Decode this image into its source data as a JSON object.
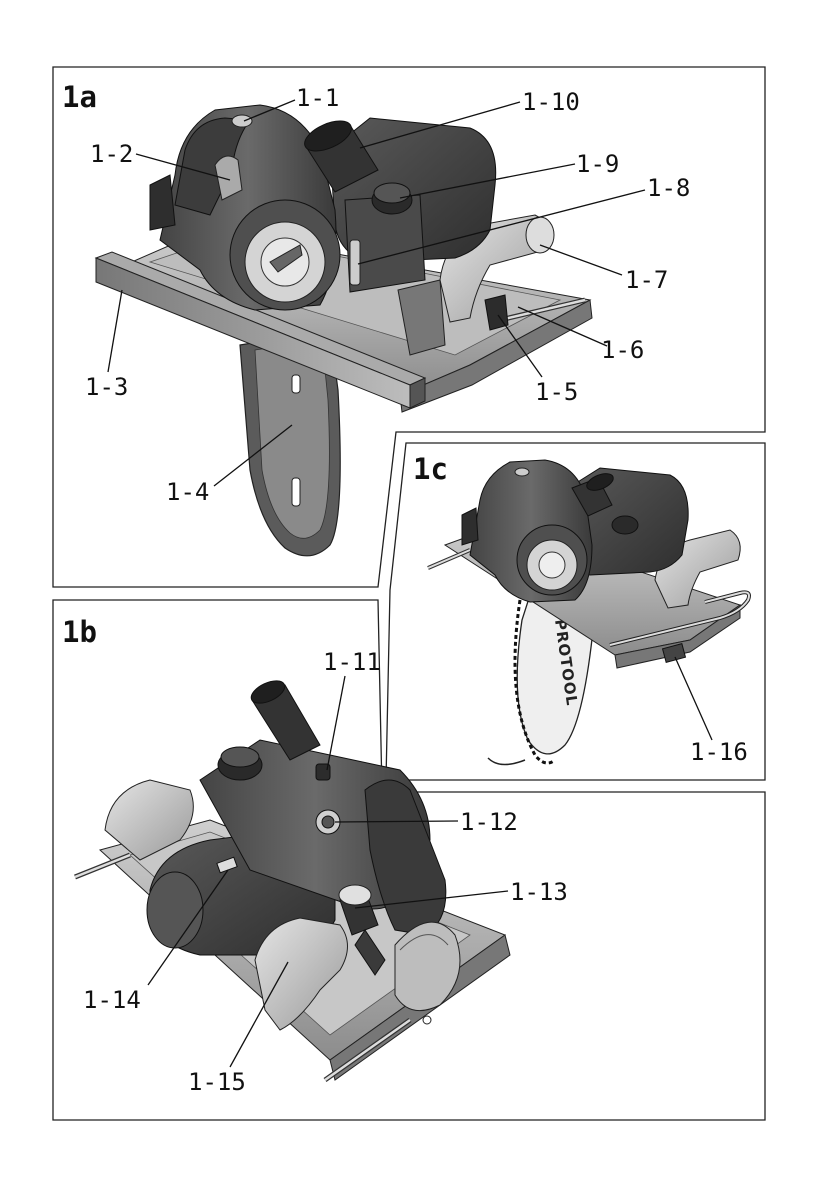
{
  "figures": [
    {
      "label": "1a"
    },
    {
      "label": "1b"
    },
    {
      "label": "1c"
    }
  ],
  "callouts": {
    "c1_1": "1-1",
    "c1_2": "1-2",
    "c1_3": "1-3",
    "c1_4": "1-4",
    "c1_5": "1-5",
    "c1_6": "1-6",
    "c1_7": "1-7",
    "c1_8": "1-8",
    "c1_9": "1-9",
    "c1_10": "1-10",
    "c1_11": "1-11",
    "c1_12": "1-12",
    "c1_13": "1-13",
    "c1_14": "1-14",
    "c1_15": "1-15",
    "c1_16": "1-16"
  },
  "brand_text": "PROTOOL",
  "colors": {
    "frame": "#222222",
    "body_dark": "#3a3a3a",
    "body_mid": "#6b6b6b",
    "body_light": "#b5b5b5",
    "metal": "#d9d9d9"
  }
}
